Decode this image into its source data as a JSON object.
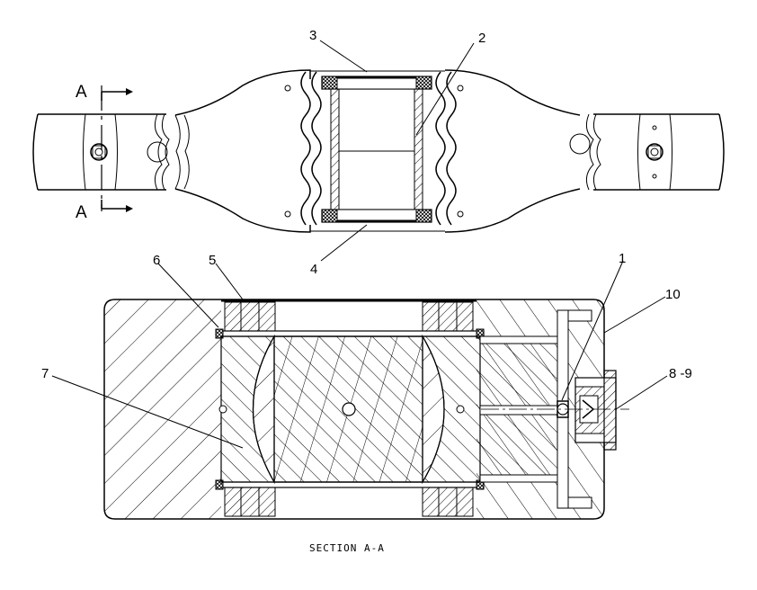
{
  "callouts": {
    "c1": "1",
    "c2": "2",
    "c3": "3",
    "c4": "4",
    "c5": "5",
    "c6": "6",
    "c7": "7",
    "c8_9": "8 -9",
    "c10": "10"
  },
  "section_marks": {
    "top": "A",
    "bottom": "A"
  },
  "caption": "SECTION A-A",
  "colors": {
    "ink": "#000000",
    "paper": "#ffffff"
  }
}
